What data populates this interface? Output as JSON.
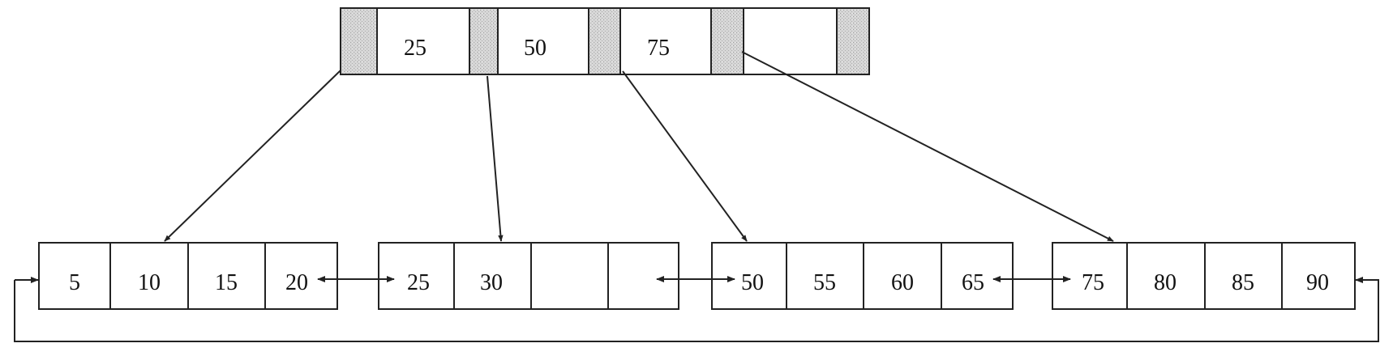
{
  "root": {
    "keys": [
      "25",
      "50",
      "75",
      ""
    ]
  },
  "leaves": [
    {
      "keys": [
        "5",
        "10",
        "15",
        "20"
      ]
    },
    {
      "keys": [
        "25",
        "30",
        "",
        ""
      ]
    },
    {
      "keys": [
        "50",
        "55",
        "60",
        "65"
      ]
    },
    {
      "keys": [
        "75",
        "80",
        "85",
        "90"
      ]
    }
  ],
  "colors": {
    "stroke": "#222222",
    "pointer_fill": "#d9d9d9",
    "background": "#ffffff"
  }
}
